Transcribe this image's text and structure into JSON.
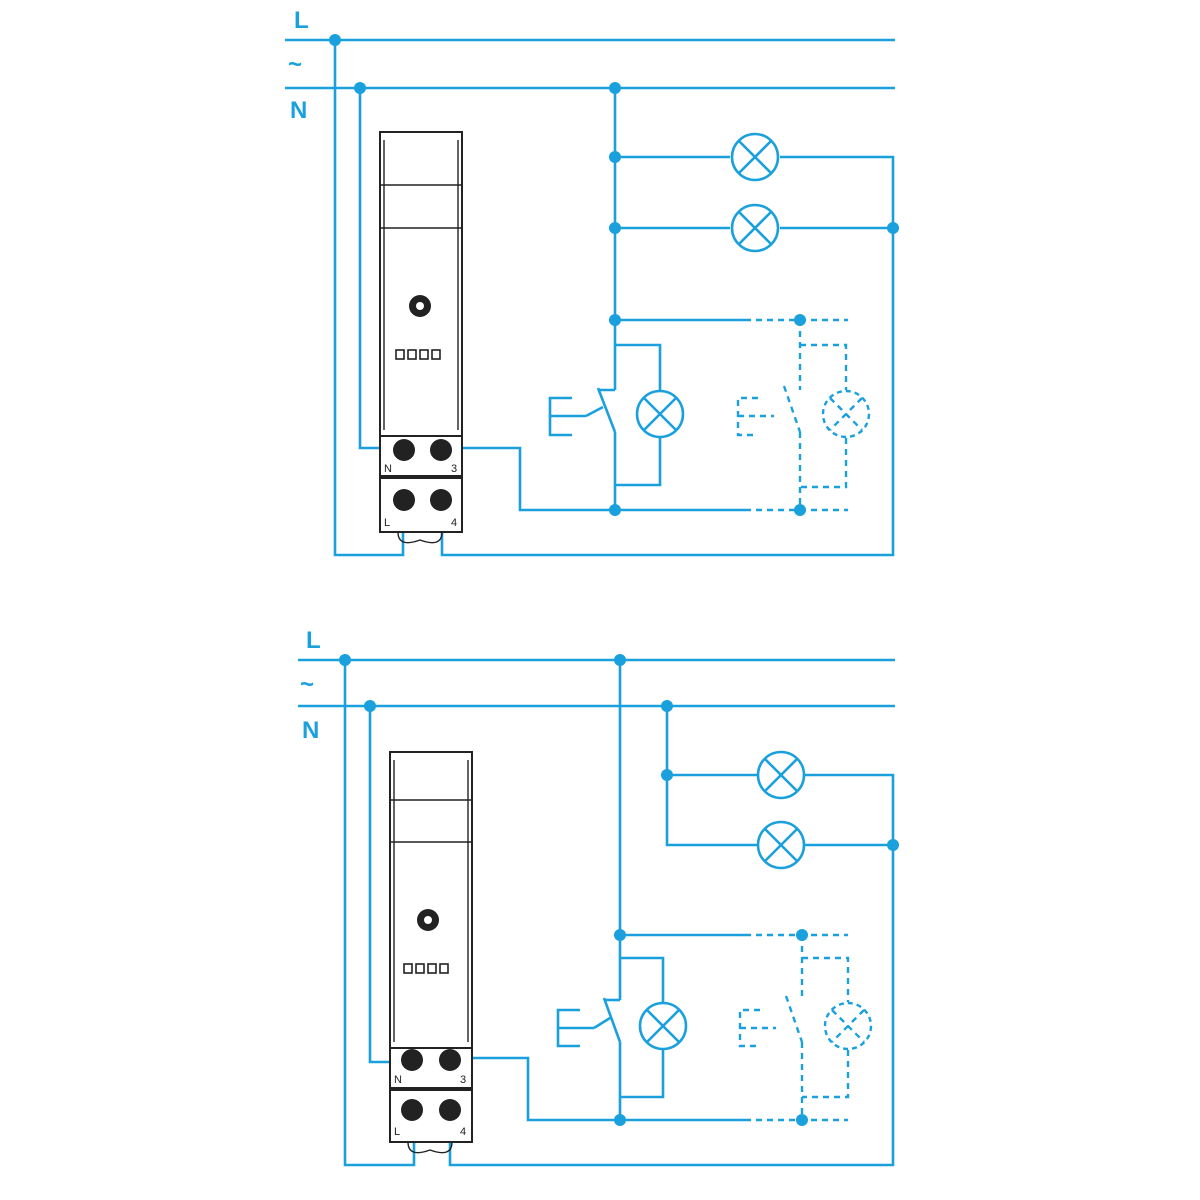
{
  "colors": {
    "wire": "#1aa0dc",
    "device": "#222222",
    "background": "#ffffff"
  },
  "diagrams": [
    {
      "lines": {
        "live": "L",
        "ac": "~",
        "neutral": "N"
      },
      "terminals": {
        "t1": "N",
        "t2": "3",
        "t3": "L",
        "t4": "4"
      }
    },
    {
      "lines": {
        "live": "L",
        "ac": "~",
        "neutral": "N"
      },
      "terminals": {
        "t1": "N",
        "t2": "3",
        "t3": "L",
        "t4": "4"
      }
    }
  ]
}
